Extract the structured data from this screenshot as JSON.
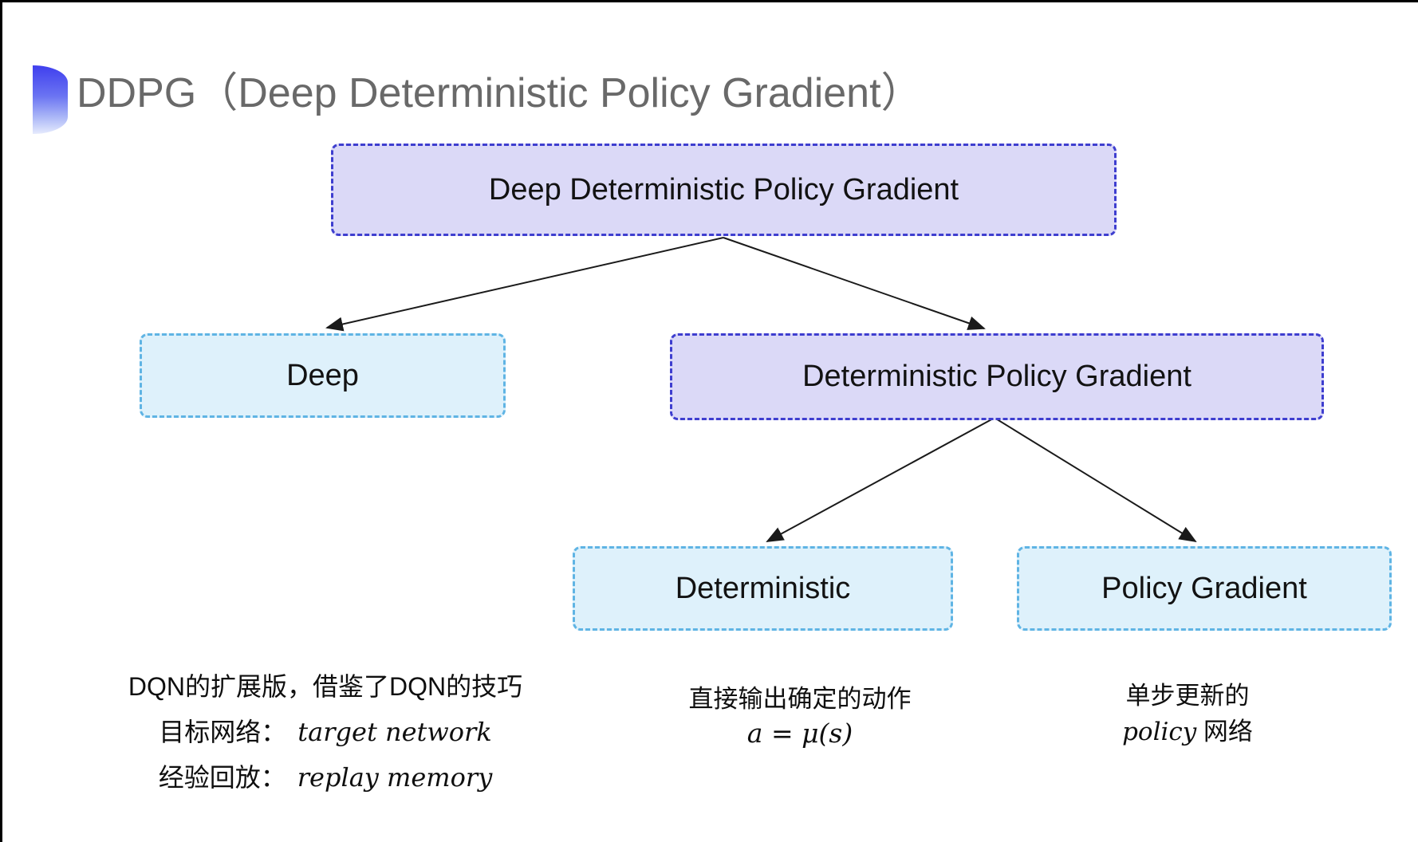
{
  "title": {
    "text": "DDPG（Deep Deterministic Policy Gradient）",
    "bullet_icon": "blue-half-disc"
  },
  "diagram": {
    "type": "tree",
    "nodes": [
      {
        "id": "ddpg",
        "label": "Deep Deterministic Policy Gradient",
        "style": "purple"
      },
      {
        "id": "deep",
        "label": "Deep",
        "style": "cyan"
      },
      {
        "id": "dpg",
        "label": "Deterministic Policy Gradient",
        "style": "purple"
      },
      {
        "id": "deterministic",
        "label": "Deterministic",
        "style": "cyan"
      },
      {
        "id": "policy-gradient",
        "label": "Policy Gradient",
        "style": "cyan"
      }
    ],
    "edges": [
      {
        "from": "ddpg",
        "to": "deep"
      },
      {
        "from": "ddpg",
        "to": "dpg"
      },
      {
        "from": "dpg",
        "to": "deterministic"
      },
      {
        "from": "dpg",
        "to": "policy-gradient"
      }
    ]
  },
  "notes": {
    "deep": {
      "line1": "DQN的扩展版，借鉴了DQN的技巧",
      "line2_label": "目标网络：",
      "line2_term": "target network",
      "line3_label": "经验回放：",
      "line3_term": "replay memory"
    },
    "deterministic": {
      "line1": "直接输出确定的动作",
      "formula": "a = μ(s)"
    },
    "policy_gradient": {
      "line1": "单步更新的",
      "line2_term": "policy",
      "line2_label": " 网络"
    }
  },
  "colors": {
    "purple_node_fill": "#dbd9f7",
    "purple_node_border": "#3e3ecf",
    "cyan_node_fill": "#def1fb",
    "cyan_node_border": "#5fb4e4",
    "arrow": "#1a1a1a",
    "title_text": "#696969",
    "node_text": "#121212",
    "icon_gradient_top": "#3f3fee",
    "icon_gradient_bottom": "#e6ebfd"
  }
}
